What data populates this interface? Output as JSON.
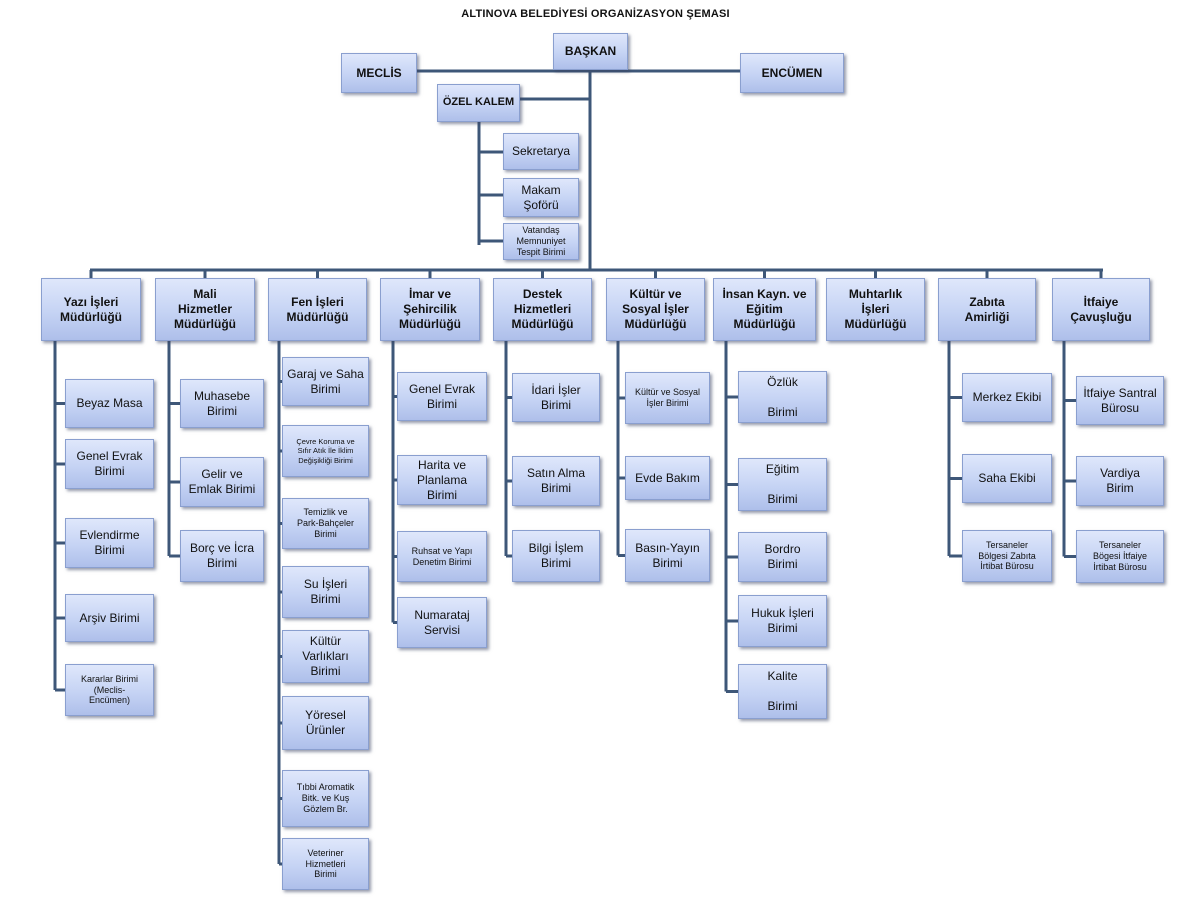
{
  "title": "ALTINOVA BELEDİYESİ ORGANİZASYON ŞEMASI",
  "top": {
    "baskan": "BAŞKAN",
    "meclis": "MECLİS",
    "encumen": "ENCÜMEN",
    "ozel_kalem": "ÖZEL KALEM",
    "ozel_kalem_units": [
      "Sekretarya",
      "Makam\nŞoförü",
      "Vatandaş\nMemnuniyet\nTespit Birimi"
    ]
  },
  "departments": [
    {
      "name": "Yazı İşleri\nMüdürlüğü",
      "units": [
        "Beyaz Masa",
        "Genel Evrak\nBirimi",
        "Evlendirme\nBirimi",
        "Arşiv Birimi",
        "Kararlar Birimi\n(Meclis-\nEncümen)"
      ]
    },
    {
      "name": "Mali\nHizmetler\nMüdürlüğü",
      "units": [
        "Muhasebe\nBirimi",
        "Gelir ve\nEmlak Birimi",
        "Borç ve İcra\nBirimi"
      ]
    },
    {
      "name": "Fen İşleri\nMüdürlüğü",
      "units": [
        "Garaj ve Saha\nBirimi",
        "Çevre Koruma ve\nSıfır Atık İle İklim\nDeğişikliği Birimi",
        "Temizlik ve\nPark-Bahçeler\nBirimi",
        "Su İşleri\nBirimi",
        "Kültür\nVarlıkları\nBirimi",
        "Yöresel\nÜrünler",
        "Tıbbi Aromatik\nBitk. ve Kuş\nGözlem Br.",
        "Veteriner\nHizmetleri\nBirimi"
      ]
    },
    {
      "name": "İmar ve\nŞehircilik\nMüdürlüğü",
      "units": [
        "Genel Evrak\nBirimi",
        "Harita ve\nPlanlama\nBirimi",
        "Ruhsat ve Yapı\nDenetim Birimi",
        "Numarataj\nServisi"
      ]
    },
    {
      "name": "Destek\nHizmetleri\nMüdürlüğü",
      "units": [
        "İdari İşler\nBirimi",
        "Satın Alma\nBirimi",
        "Bilgi İşlem\nBirimi"
      ]
    },
    {
      "name": "Kültür ve\nSosyal İşler\nMüdürlüğü",
      "units": [
        "Kültür ve Sosyal\nİşler Birimi",
        "Evde Bakım",
        "Basın-Yayın\nBirimi"
      ]
    },
    {
      "name": "İnsan Kayn. ve\nEğitim\nMüdürlüğü",
      "units": [
        "Özlük\n\nBirimi",
        "Eğitim\n\nBirimi",
        "Bordro\nBirimi",
        "Hukuk İşleri\nBirimi",
        "Kalite\n\nBirimi"
      ]
    },
    {
      "name": "Muhtarlık\nİşleri\nMüdürlüğü",
      "units": []
    },
    {
      "name": "Zabıta\nAmirliği",
      "units": [
        "Merkez Ekibi",
        "Saha Ekibi",
        "Tersaneler\nBölgesi Zabıta\nİrtibat Bürosu"
      ]
    },
    {
      "name": "İtfaiye\nÇavuşluğu",
      "units": [
        "İtfaiye Santral\nBürosu",
        "Vardiya\nBirim",
        "Tersaneler\nBögesi İtfaiye\nİrtibat Bürosu"
      ]
    }
  ],
  "colors": {
    "box_top": "#dfe7fb",
    "box_bottom": "#aebfea",
    "box_border": "#8a9fcf",
    "connector": "#3e5778"
  }
}
